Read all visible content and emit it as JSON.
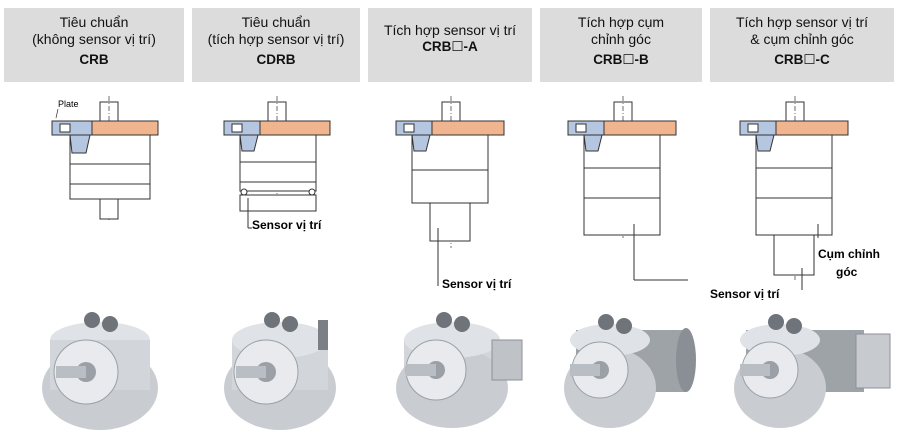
{
  "columns": [
    {
      "line1": "Tiêu chuẩn",
      "line2": "(không sensor vị trí)",
      "code": "CRB"
    },
    {
      "line1": "Tiêu chuẩn",
      "line2": "(tích hợp sensor vị trí)",
      "code": "CDRB"
    },
    {
      "line1": "Tích hợp sensor vị trí",
      "line2": "",
      "code": "CRB☐-A"
    },
    {
      "line1": "Tích hợp cụm",
      "line2": "chỉnh góc",
      "code": "CRB☐-B"
    },
    {
      "line1": "Tích hợp sensor vị trí",
      "line2": "& cụm chỉnh góc",
      "code": "CRB☐-C"
    }
  ],
  "labels": {
    "plate": "Plate",
    "sensor": "Sensor vị trí",
    "adjust_line1": "Cụm chỉnh",
    "adjust_line2": "góc"
  },
  "colors": {
    "header_bg": "#dcdcdc",
    "plate_fill": "#f0b48e",
    "bracket_fill": "#b4c6e0",
    "body_stroke": "#333333"
  }
}
